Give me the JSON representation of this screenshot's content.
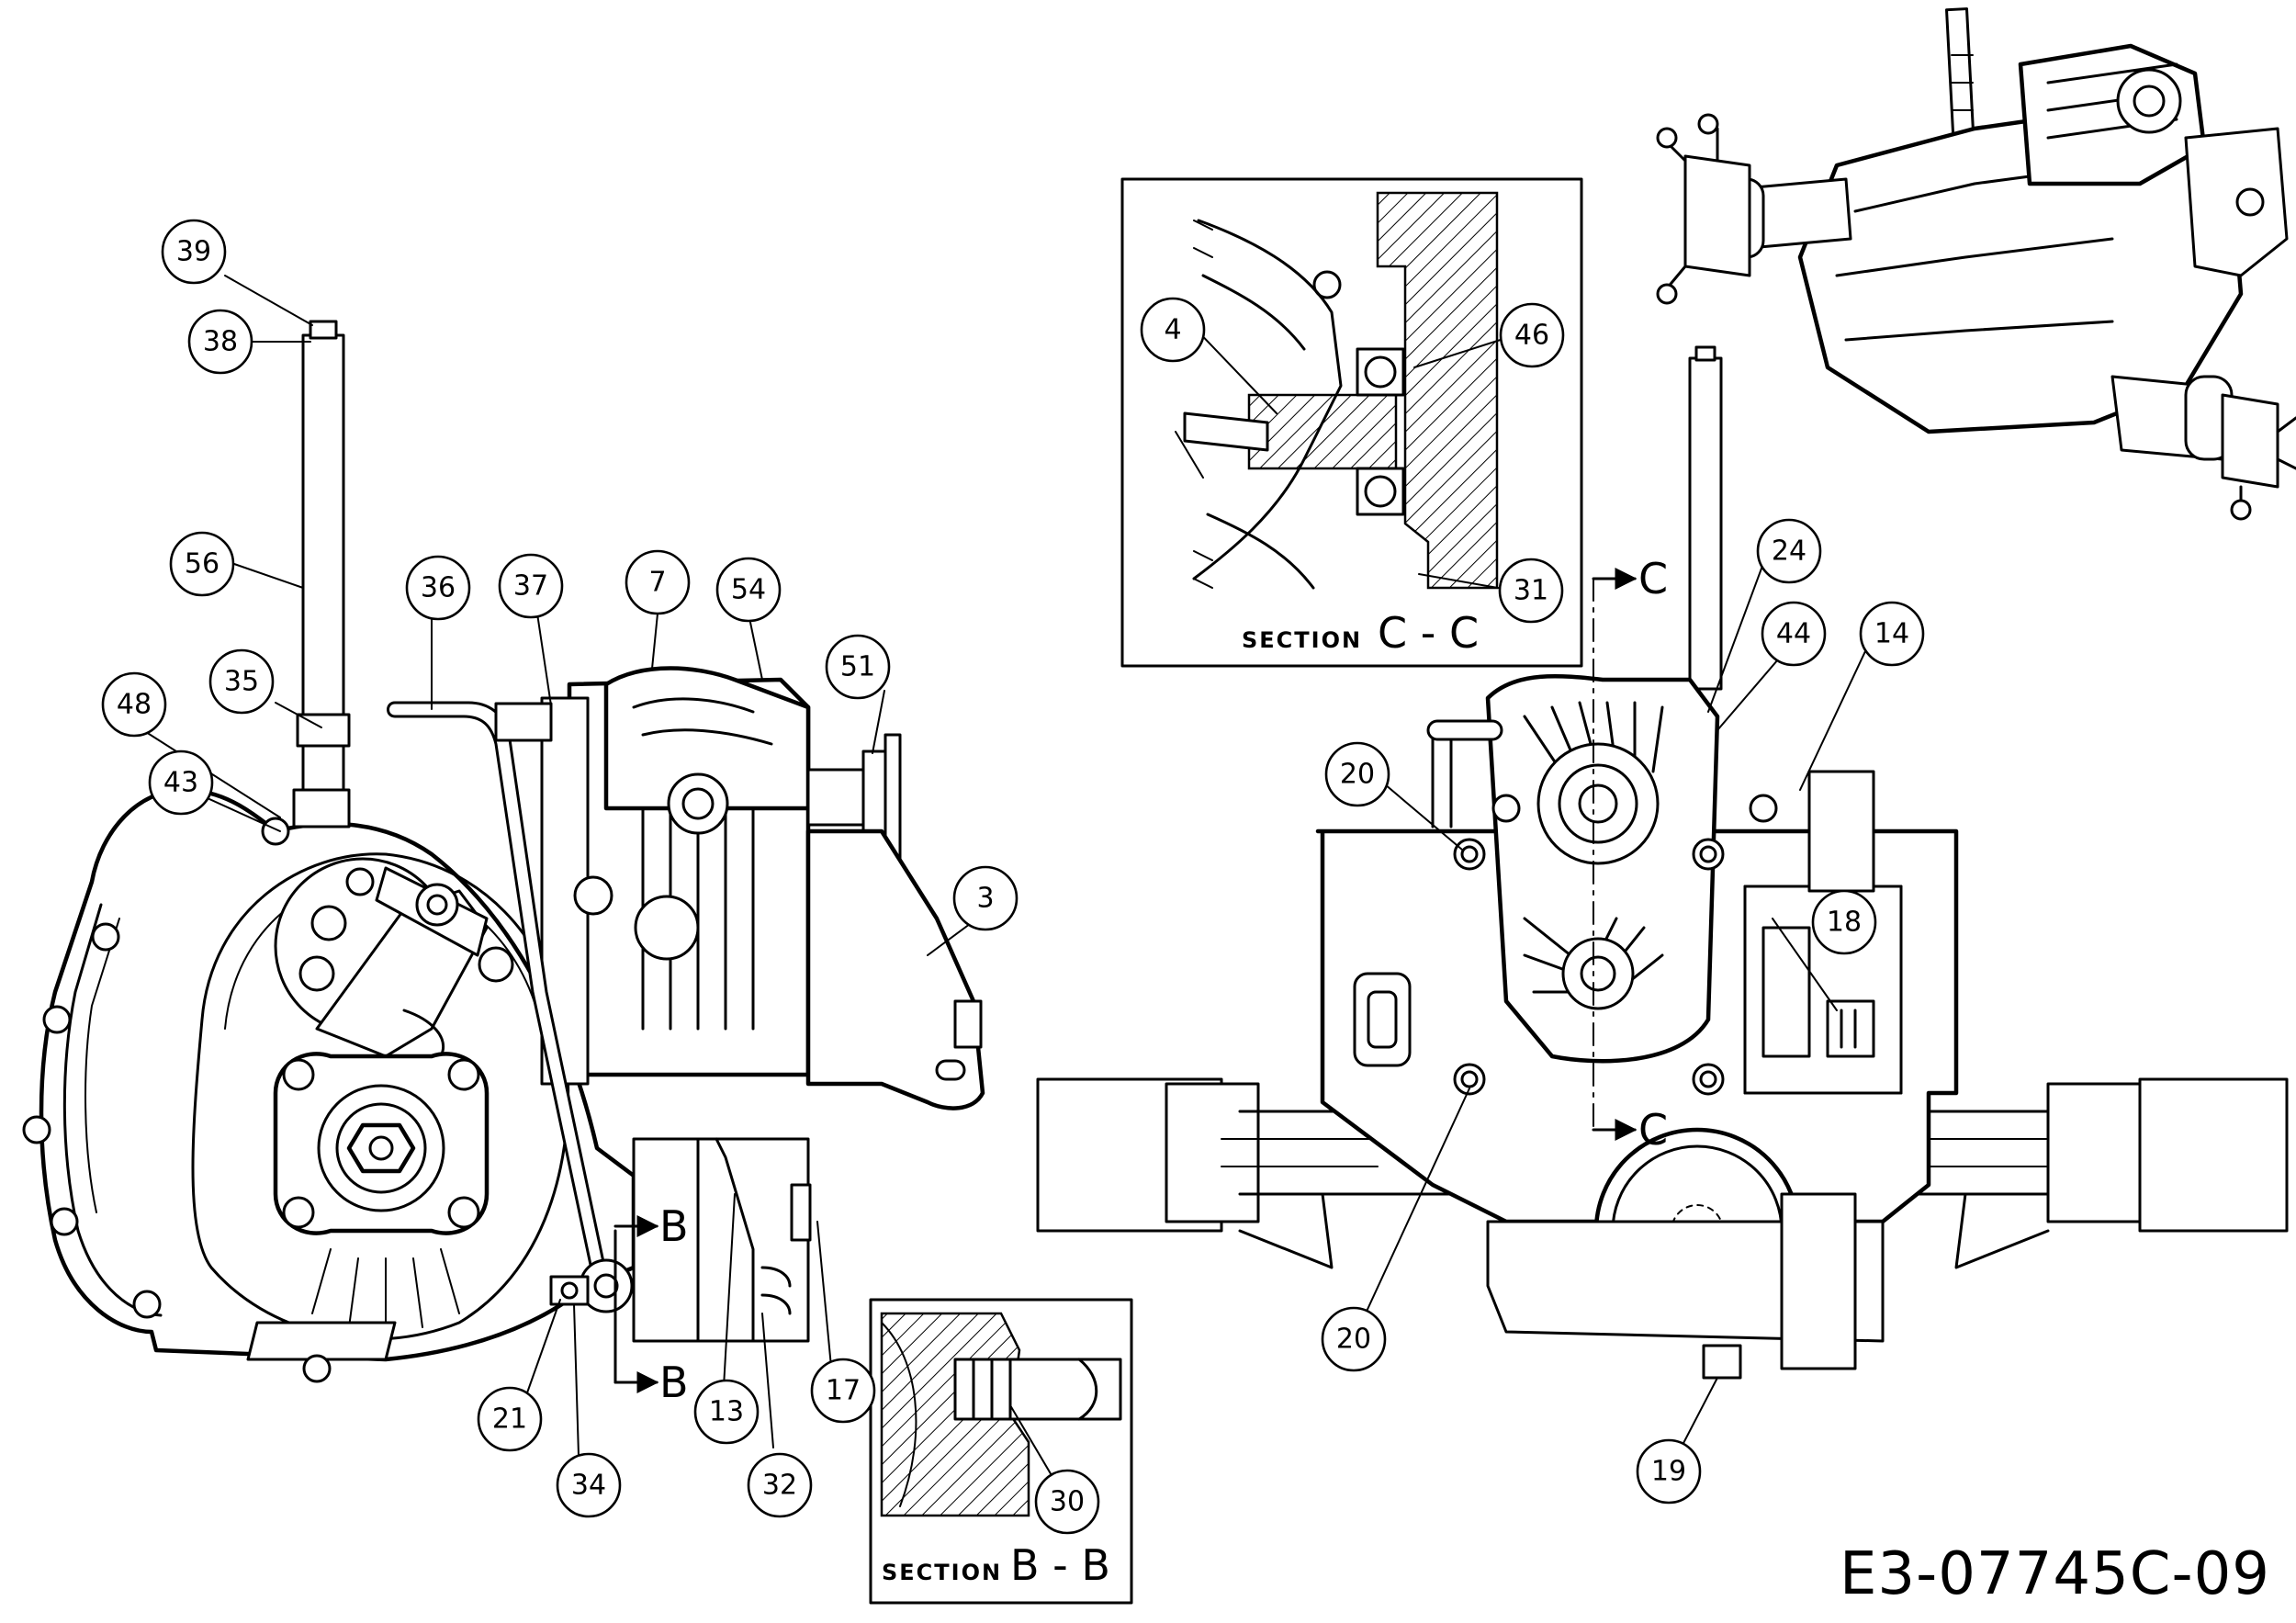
{
  "diagram_code": "E3-07745C-09",
  "sections": {
    "cc": {
      "small": "SECTION",
      "big": "C - C"
    },
    "bb": {
      "small": "SECTION",
      "big": "B - B"
    }
  },
  "section_markers": {
    "c": "C",
    "b": "B"
  },
  "callouts": [
    {
      "id": "c39",
      "label": "39"
    },
    {
      "id": "c38",
      "label": "38"
    },
    {
      "id": "c56",
      "label": "56"
    },
    {
      "id": "c35",
      "label": "35"
    },
    {
      "id": "c48",
      "label": "48"
    },
    {
      "id": "c43",
      "label": "43"
    },
    {
      "id": "c36",
      "label": "36"
    },
    {
      "id": "c37",
      "label": "37"
    },
    {
      "id": "c7",
      "label": "7"
    },
    {
      "id": "c54",
      "label": "54"
    },
    {
      "id": "c51",
      "label": "51"
    },
    {
      "id": "c3",
      "label": "3"
    },
    {
      "id": "c21",
      "label": "21"
    },
    {
      "id": "c34",
      "label": "34"
    },
    {
      "id": "c13",
      "label": "13"
    },
    {
      "id": "c32",
      "label": "32"
    },
    {
      "id": "c17",
      "label": "17"
    },
    {
      "id": "c4",
      "label": "4"
    },
    {
      "id": "c46",
      "label": "46"
    },
    {
      "id": "c31",
      "label": "31"
    },
    {
      "id": "c24",
      "label": "24"
    },
    {
      "id": "c44",
      "label": "44"
    },
    {
      "id": "c14",
      "label": "14"
    },
    {
      "id": "c20a",
      "label": "20"
    },
    {
      "id": "c18",
      "label": "18"
    },
    {
      "id": "c20b",
      "label": "20"
    },
    {
      "id": "c19",
      "label": "19"
    },
    {
      "id": "c30",
      "label": "30"
    }
  ]
}
